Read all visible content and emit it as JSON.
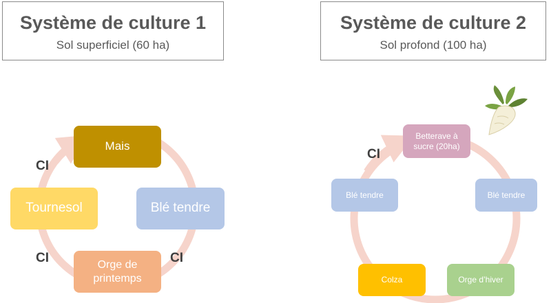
{
  "system1": {
    "title": "Système de culture 1",
    "subtitle": "Sol superficiel (60 ha)",
    "nodes": {
      "top": "Mais",
      "right": "Blé tendre",
      "bottom": "Orge de printemps",
      "left": "Tournesol"
    },
    "ci_labels": [
      "CI",
      "CI",
      "CI"
    ]
  },
  "system2": {
    "title": "Système de culture 2",
    "subtitle": "Sol profond (100 ha)",
    "nodes": {
      "top": "Betterave à sucre (20ha)",
      "right": "Blé tendre",
      "bottom_right": "Orge d’hiver",
      "bottom_left": "Colza",
      "left": "Blé tendre"
    },
    "ci_labels": [
      "CI"
    ]
  },
  "colors": {
    "ring": "#f6d4cb",
    "mais": "#bf9000",
    "ble": "#b4c7e7",
    "orge_printemps": "#f4b183",
    "tournesol": "#ffd966",
    "betterave": "#d5a6bd",
    "orge_hiver": "#a9d18e",
    "colza": "#ffc000"
  },
  "icons": {
    "sugar_beet": "sugar-beet-icon"
  }
}
